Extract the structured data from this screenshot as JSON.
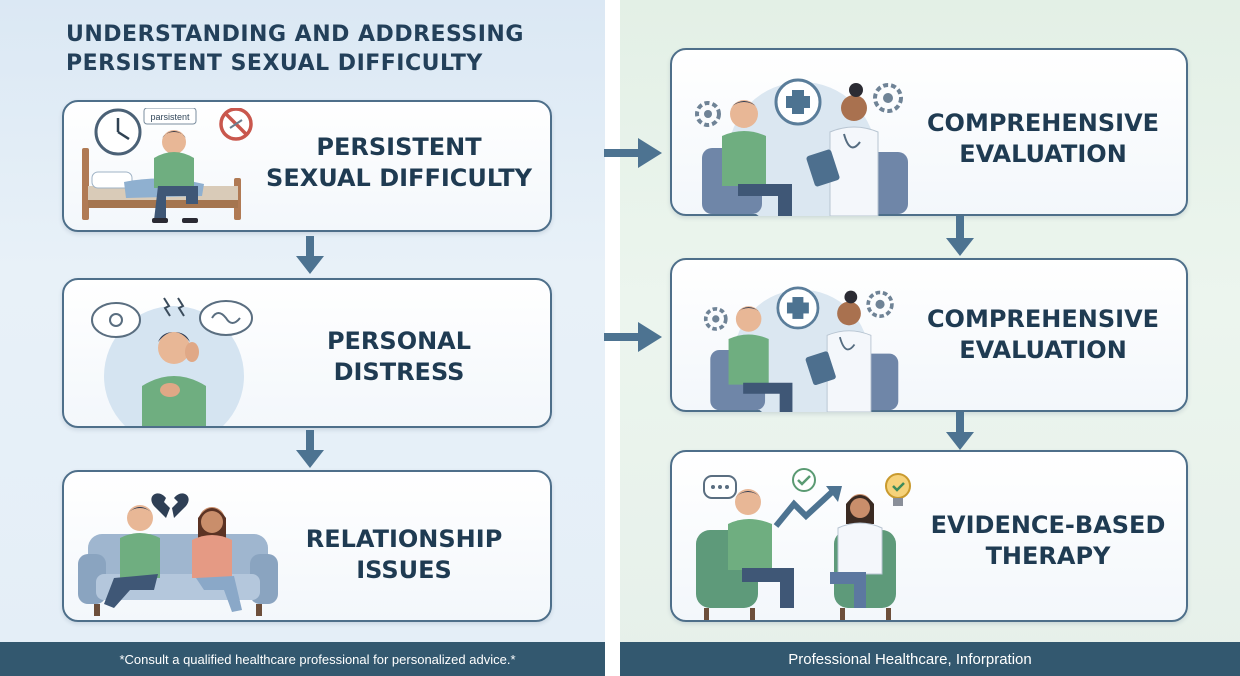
{
  "title": {
    "line1": "UNDERSTANDING AND ADDRESSING",
    "line2": "PERSISTENT SEXUAL DIFFICULTY"
  },
  "left_steps": [
    {
      "line1": "PERSISTENT",
      "line2": "SEXUAL DIFFICULTY",
      "tag": "parsistent"
    },
    {
      "line1": "PERSONAL",
      "line2": "DISTRESS"
    },
    {
      "line1": "RELATIONSHIP",
      "line2": "ISSUES"
    }
  ],
  "right_steps": [
    {
      "line1": "COMPREHENSIVE",
      "line2": "EVALUATION"
    },
    {
      "line1": "COMPREHENSIVE",
      "line2": "EVALUATION"
    },
    {
      "line1": "EVIDENCE-BASED",
      "line2": "THERAPY"
    }
  ],
  "footer": {
    "left": "*Consult a qualified healthcare professional for personalized advice.*",
    "right": "Professional Healthcare, Inforpration"
  },
  "colors": {
    "left_panel_bg": "#e4eef7",
    "right_panel_bg": "#e6f0ea",
    "card_border": "#4e6f8a",
    "arrow": "#4d7391",
    "footer_bg": "#33586f",
    "heading_text": "#1f3b52"
  },
  "icons": [
    "clock-icon",
    "no-sign-icon",
    "bed-icon",
    "thought-bubble-icon",
    "broken-heart-icon",
    "sofa-icon",
    "medical-cross-icon",
    "gear-icon",
    "clipboard-icon",
    "stethoscope-icon",
    "chat-bubble-icon",
    "check-icon",
    "trend-arrow-icon",
    "lightbulb-icon",
    "armchair-icon"
  ]
}
